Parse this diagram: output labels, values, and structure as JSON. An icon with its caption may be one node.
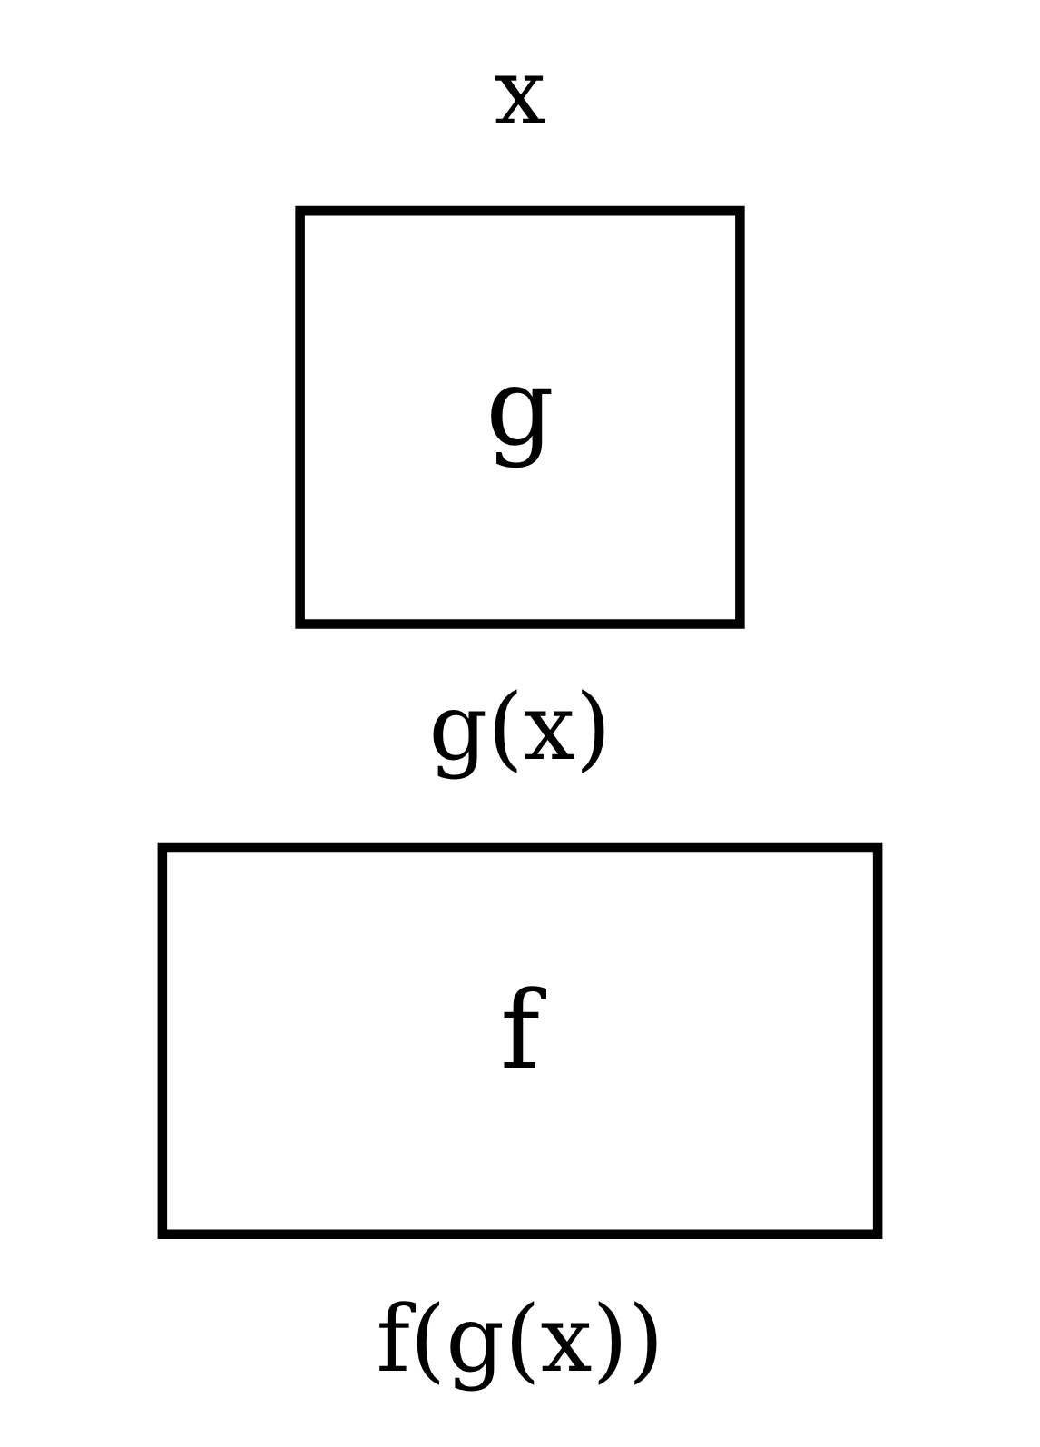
{
  "diagram": {
    "nodes": [
      {
        "text": [
          "g"
        ]
      },
      {
        "text": [
          "f"
        ]
      }
    ],
    "labels": [
      "x",
      "g(x)",
      "f(g(x))"
    ]
  }
}
